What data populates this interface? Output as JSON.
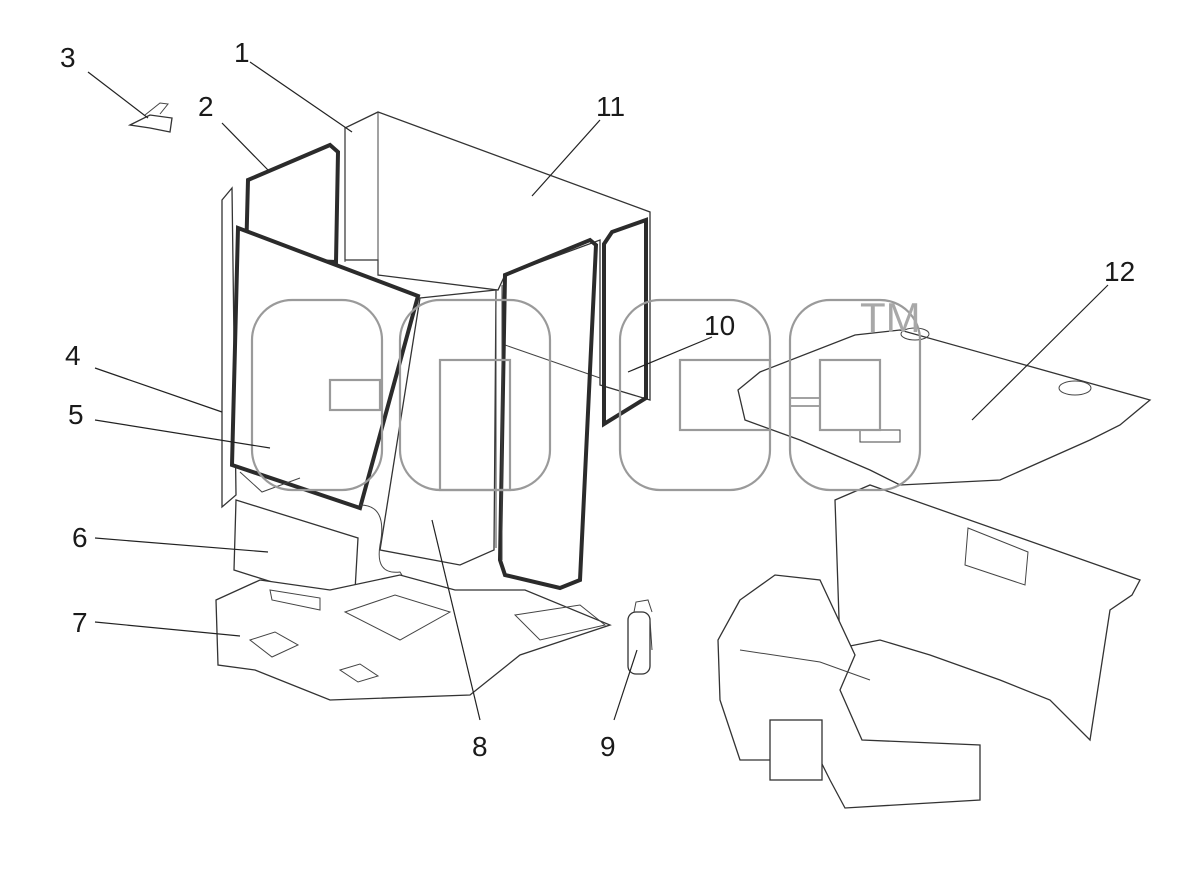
{
  "figure": {
    "callouts": [
      {
        "id": "c1",
        "label": "1"
      },
      {
        "id": "c2",
        "label": "2"
      },
      {
        "id": "c3",
        "label": "3"
      },
      {
        "id": "c4",
        "label": "4"
      },
      {
        "id": "c5",
        "label": "5"
      },
      {
        "id": "c6",
        "label": "6"
      },
      {
        "id": "c7",
        "label": "7"
      },
      {
        "id": "c8",
        "label": "8"
      },
      {
        "id": "c9",
        "label": "9"
      },
      {
        "id": "c10",
        "label": "10"
      },
      {
        "id": "c11",
        "label": "11"
      },
      {
        "id": "c12",
        "label": "12"
      }
    ],
    "watermark": {
      "text": "эпсб",
      "trademark": "TM"
    }
  }
}
